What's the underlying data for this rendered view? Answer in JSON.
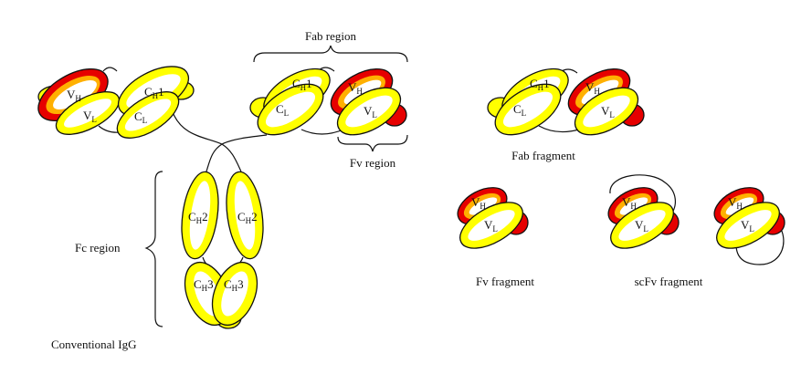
{
  "labels": {
    "fab_region": "Fab region",
    "fv_region": "Fv region",
    "fc_region": "Fc region",
    "conventional_igg": "Conventional IgG",
    "fab_fragment": "Fab fragment",
    "fv_fragment": "Fv fragment",
    "scfv_fragment": "scFv fragment"
  },
  "domains": {
    "C": "C",
    "V": "V",
    "H": "H",
    "L": "L",
    "one": "1",
    "two": "2",
    "three": "3"
  },
  "colors": {
    "constant_domain": "#ffff00",
    "variable_heavy_outer": "#e60000",
    "variable_heavy_inner": "#ffb000",
    "outline": "#111111"
  }
}
